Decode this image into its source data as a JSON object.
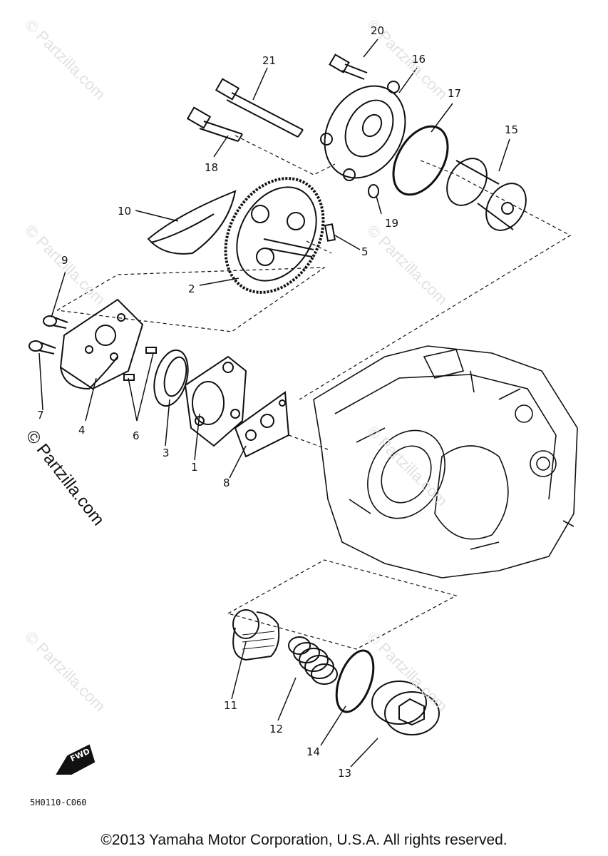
{
  "watermark": {
    "small": "© Partzilla.com",
    "large": "© Partzilla.com"
  },
  "callouts": {
    "p1": "1",
    "p2": "2",
    "p3": "3",
    "p4": "4",
    "p5": "5",
    "p6": "6",
    "p7": "7",
    "p8": "8",
    "p9": "9",
    "p10": "10",
    "p11": "11",
    "p12": "12",
    "p13": "13",
    "p14": "14",
    "p15": "15",
    "p16": "16",
    "p17": "17",
    "p18": "18",
    "p19": "19",
    "p20": "20",
    "p21": "21"
  },
  "fwd_label": "FWD",
  "diagram_code": "5H0110-C060",
  "copyright": "©2013 Yamaha Motor Corporation, U.S.A. All rights reserved."
}
